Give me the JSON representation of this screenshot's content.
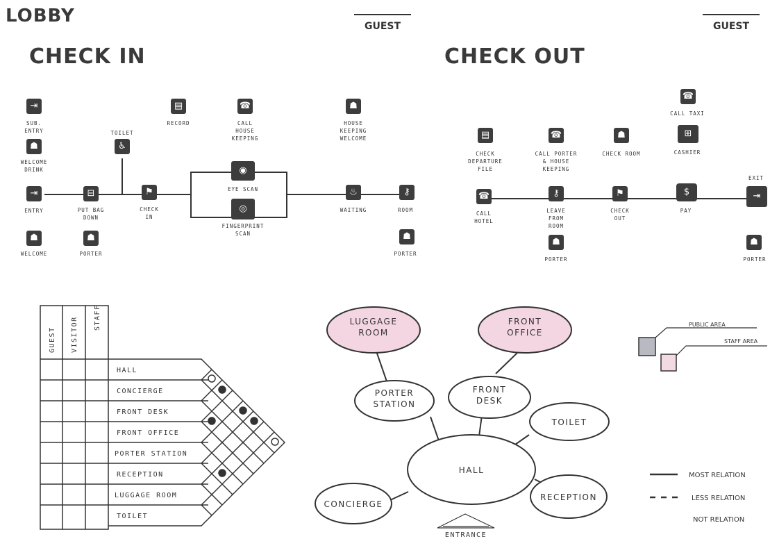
{
  "header": {
    "lobby": "LOBBY",
    "guest_left": "GUEST",
    "guest_right": "GUEST"
  },
  "checkin": {
    "title": "CHECK IN",
    "items": {
      "sub_entry": "SUB.\nENTRY",
      "welcome_drink": "WELCOME\nDRINK",
      "entry": "ENTRY",
      "welcome": "WELCOME",
      "put_bag_down": "PUT BAG\nDOWN",
      "porter": "PORTER",
      "toilet": "TOILET",
      "check_in": "CHECK\nIN",
      "record": "RECORD",
      "call_house_keeping": "CALL\nHOUSE\nKEEPING",
      "eye_scan": "EYE SCAN",
      "fingerprint_scan": "FINGERPRINT\nSCAN",
      "house_keeping_welcome": "HOUSE\nKEEPING\nWELCOME",
      "waiting": "WAITING",
      "room": "ROOM",
      "porter2": "PORTER"
    }
  },
  "checkout": {
    "title": "CHECK OUT",
    "items": {
      "check_departure_file": "CHECK\nDEPARTURE\nFILE",
      "call_hotel": "CALL\nHOTEL",
      "call_porter_house_keeping": "CALL PORTER\n& HOUSE\nKEEPING",
      "leave_from_room": "LEAVE\nFROM\nROOM",
      "porter": "PORTER",
      "check_room": "CHECK ROOM",
      "check_out": "CHECK\nOUT",
      "call_taxi": "CALL TAXI",
      "cashier": "CASHIER",
      "pay": "PAY",
      "exit": "EXIT",
      "porter2": "PORTER"
    }
  },
  "matrix": {
    "columns": [
      "GUEST",
      "VISITOR",
      "STAFF"
    ],
    "rows": [
      "HALL",
      "CONCIERGE",
      "FRONT DESK",
      "FRONT OFFICE",
      "PORTER STATION",
      "RECEPTION",
      "LUGGAGE ROOM",
      "TOILET"
    ]
  },
  "bubbles": {
    "luggage_room": "LUGGAGE\nROOM",
    "front_office": "FRONT\nOFFICE",
    "porter_station": "PORTER\nSTATION",
    "front_desk": "FRONT\nDESK",
    "toilet": "TOILET",
    "hall": "HALL",
    "concierge": "CONCIERGE",
    "reception": "RECEPTION",
    "entrance": "ENTRANCE"
  },
  "legend": {
    "public_area": "PUBLIC AREA",
    "staff_area": "STAFF AREA",
    "most_relation": "MOST RELATION",
    "less_relation": "LESS RELATION",
    "not_relation": "NOT RELATION"
  },
  "colors": {
    "public": "#b9b9c2",
    "staff": "#f2d9e2",
    "pink_bubble": "#f3d6e1",
    "icon": "#3d3d3d"
  }
}
